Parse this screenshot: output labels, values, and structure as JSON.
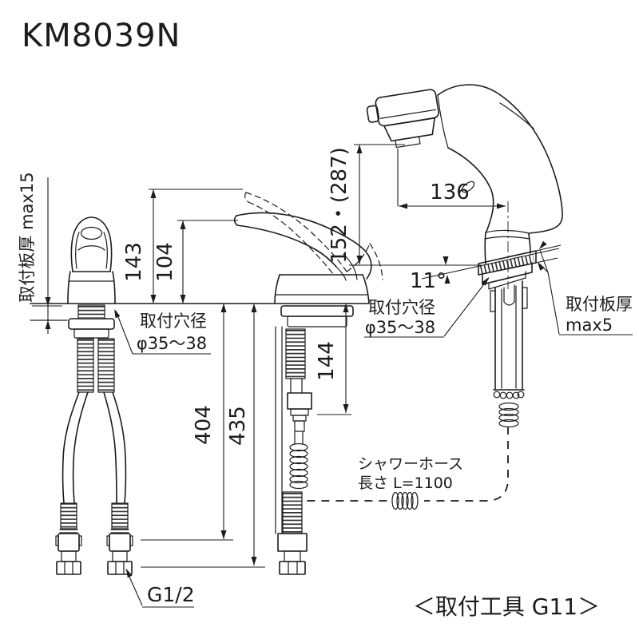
{
  "title": "KM8039N",
  "dimensions": {
    "total_height": "143",
    "handle_height": "104",
    "spout_reach": "136",
    "spout_height": "152・(287)",
    "under_counter_length": "144",
    "supply_hose_a": "404",
    "supply_hose_b": "435",
    "tilt_angle": "11°",
    "thread_size": "G1/2"
  },
  "labels": {
    "plate_thickness_left": "取付板厚 max15",
    "hole_dia_line1": "取付穴径",
    "hole_dia_line2": "φ35〜38",
    "plate_thickness_right_line1": "取付板厚",
    "plate_thickness_right_line2": "max5",
    "shower_hose_line1": "シャワーホース",
    "shower_hose_line2": "長さ L=1100",
    "tool_note": "＜取付工具 G11＞"
  },
  "colors": {
    "line": "#1c1c1c",
    "background": "#ffffff"
  }
}
